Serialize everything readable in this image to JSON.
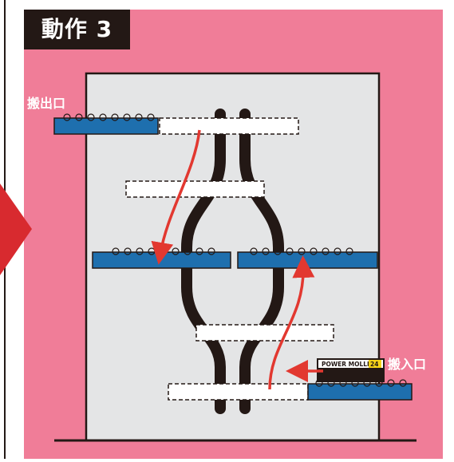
{
  "title": "動作 3",
  "labels": {
    "outlet": "搬出口",
    "inlet": "搬入口"
  },
  "motor": {
    "brand": "POWER MOLLER",
    "model": "24"
  },
  "colors": {
    "pink_background": "#f07d98",
    "machine_gray": "#e4e5e6",
    "conveyor_blue": "#1e6fae",
    "arrow_red": "#e23830",
    "outline_black": "#231815"
  }
}
